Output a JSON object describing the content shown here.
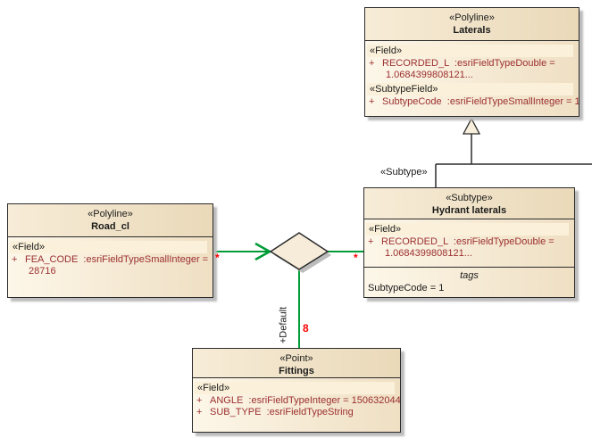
{
  "colors": {
    "connector_green": "#009C37",
    "multiplicity_red": "#FF0000",
    "attribute_red": "#9B2F2F",
    "box_fill_light": "#FDF7E9",
    "box_fill_dark": "#EFDFC3"
  },
  "symbols": {
    "plus": "+"
  },
  "boxes": {
    "laterals": {
      "stereotype": "«Polyline»",
      "name": "Laterals",
      "field_header": "«Field»",
      "attr1": "RECORDED_L  :esriFieldTypeDouble =",
      "attr1_cont": "1.0684399808121...",
      "subtypefield_header": "«SubtypeField»",
      "attr2": "SubtypeCode  :esriFieldTypeSmallInteger = 1"
    },
    "road_cl": {
      "stereotype": "«Polyline»",
      "name": "Road_cl",
      "field_header": "«Field»",
      "attr1": "FEA_CODE  :esriFieldTypeSmallInteger =",
      "attr1_cont": "28716"
    },
    "hydrant_laterals": {
      "stereotype": "«Subtype»",
      "name": "Hydrant laterals",
      "field_header": "«Field»",
      "attr1": "RECORDED_L  :esriFieldTypeDouble =",
      "attr1_cont": "1.0684399808121...",
      "tags_title": "tags",
      "tags_value": "SubtypeCode = 1"
    },
    "fittings": {
      "stereotype": "«Point»",
      "name": "Fittings",
      "field_header": "«Field»",
      "attr1": "ANGLE  :esriFieldTypeInteger = 150632044",
      "attr2": "SUB_TYPE  :esriFieldTypeString"
    }
  },
  "connectors": {
    "subtype_label": "«Subtype»",
    "default_label": "+Default",
    "default_multiplicity": "8",
    "road_multiplicity": "*",
    "hydrant_multiplicity": "*"
  }
}
